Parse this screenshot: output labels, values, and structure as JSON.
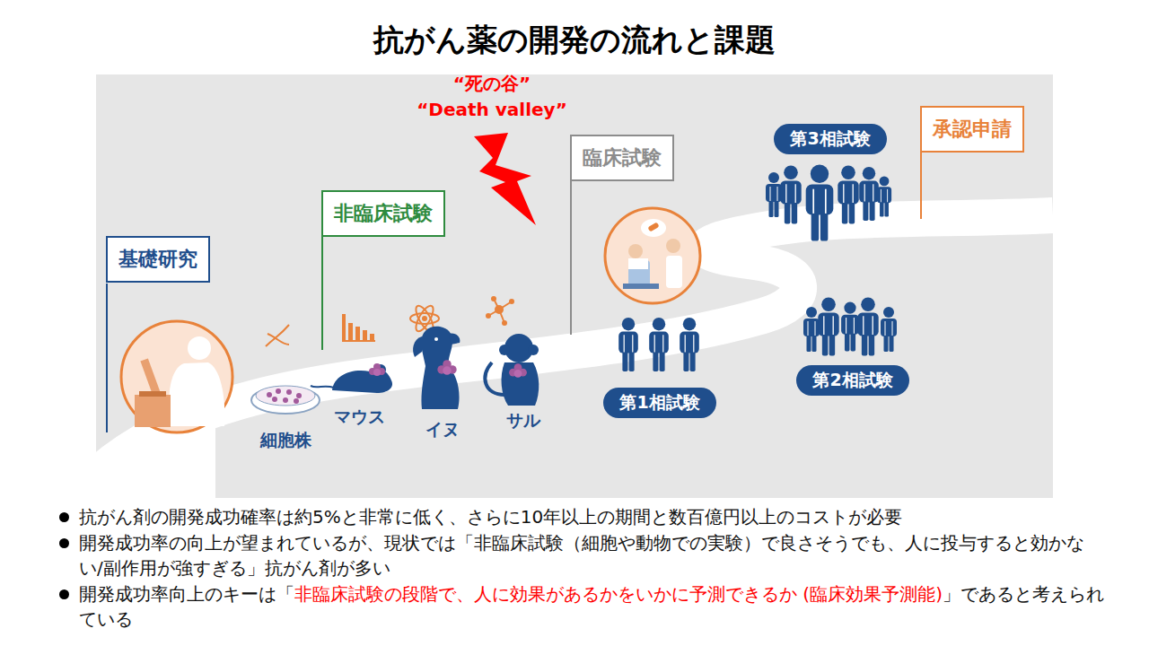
{
  "diagram": {
    "title": "抗がん薬の開発の流れと課題",
    "nodes": [
      {
        "text": [
          "基礎研究"
        ]
      },
      {
        "text": [
          "非臨床試験"
        ]
      },
      {
        "text": [
          "臨床試験"
        ]
      },
      {
        "text": [
          "第1相試験"
        ]
      },
      {
        "text": [
          "第2相試験"
        ]
      },
      {
        "text": [
          "第3相試験"
        ]
      },
      {
        "text": [
          "承認申請"
        ]
      }
    ],
    "labels": [
      "“死の谷”",
      "“Death valley”",
      "細胞株",
      "マウス",
      "イヌ",
      "サル",
      "抗がん剤の開発成功確率は約5%と非常に低く、さらに10年以上の期間と数百億円以上のコストが必要",
      "開発成功率の向上が望まれているが、現状では「非臨床試験（細胞や動物での実験）で良さそうでも、人に投与すると効かない/副作用が強すぎる」抗がん剤が多い",
      "開発成功率向上のキーは「",
      "非臨床試験の段階で、人に効果があるかをいかに予測できるか (臨床効果予測能)",
      "」であると考えられている"
    ]
  }
}
